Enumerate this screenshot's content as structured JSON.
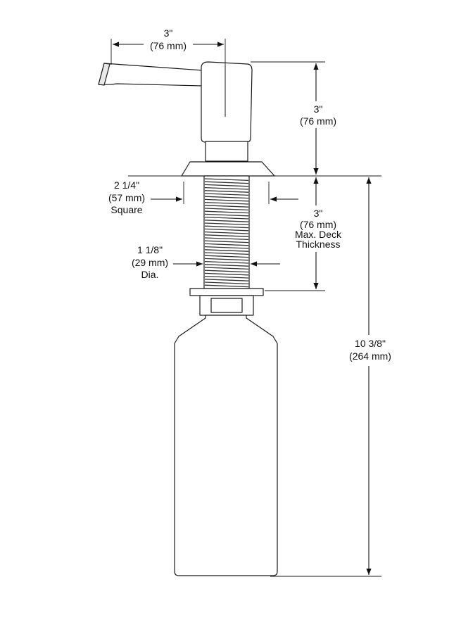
{
  "colors": {
    "line": "#1a1a1a",
    "body": "#ffffff",
    "accent": "#000000"
  },
  "dimensions": {
    "spout_reach": {
      "value": "3\"",
      "metric": "(76 mm)"
    },
    "pump_height": {
      "value": "3\"",
      "metric": "(76 mm)"
    },
    "flange_size": {
      "value": "2 1/4\"",
      "metric": "(57 mm)",
      "note": "Square"
    },
    "deck": {
      "value": "3\"",
      "metric": "(76 mm)",
      "note1": "Max. Deck",
      "note2": "Thickness"
    },
    "shank": {
      "value": "1 1/8\"",
      "metric": "(29 mm)",
      "note": "Dia."
    },
    "overall": {
      "value": "10 3/8\"",
      "metric": "(264 mm)"
    }
  }
}
